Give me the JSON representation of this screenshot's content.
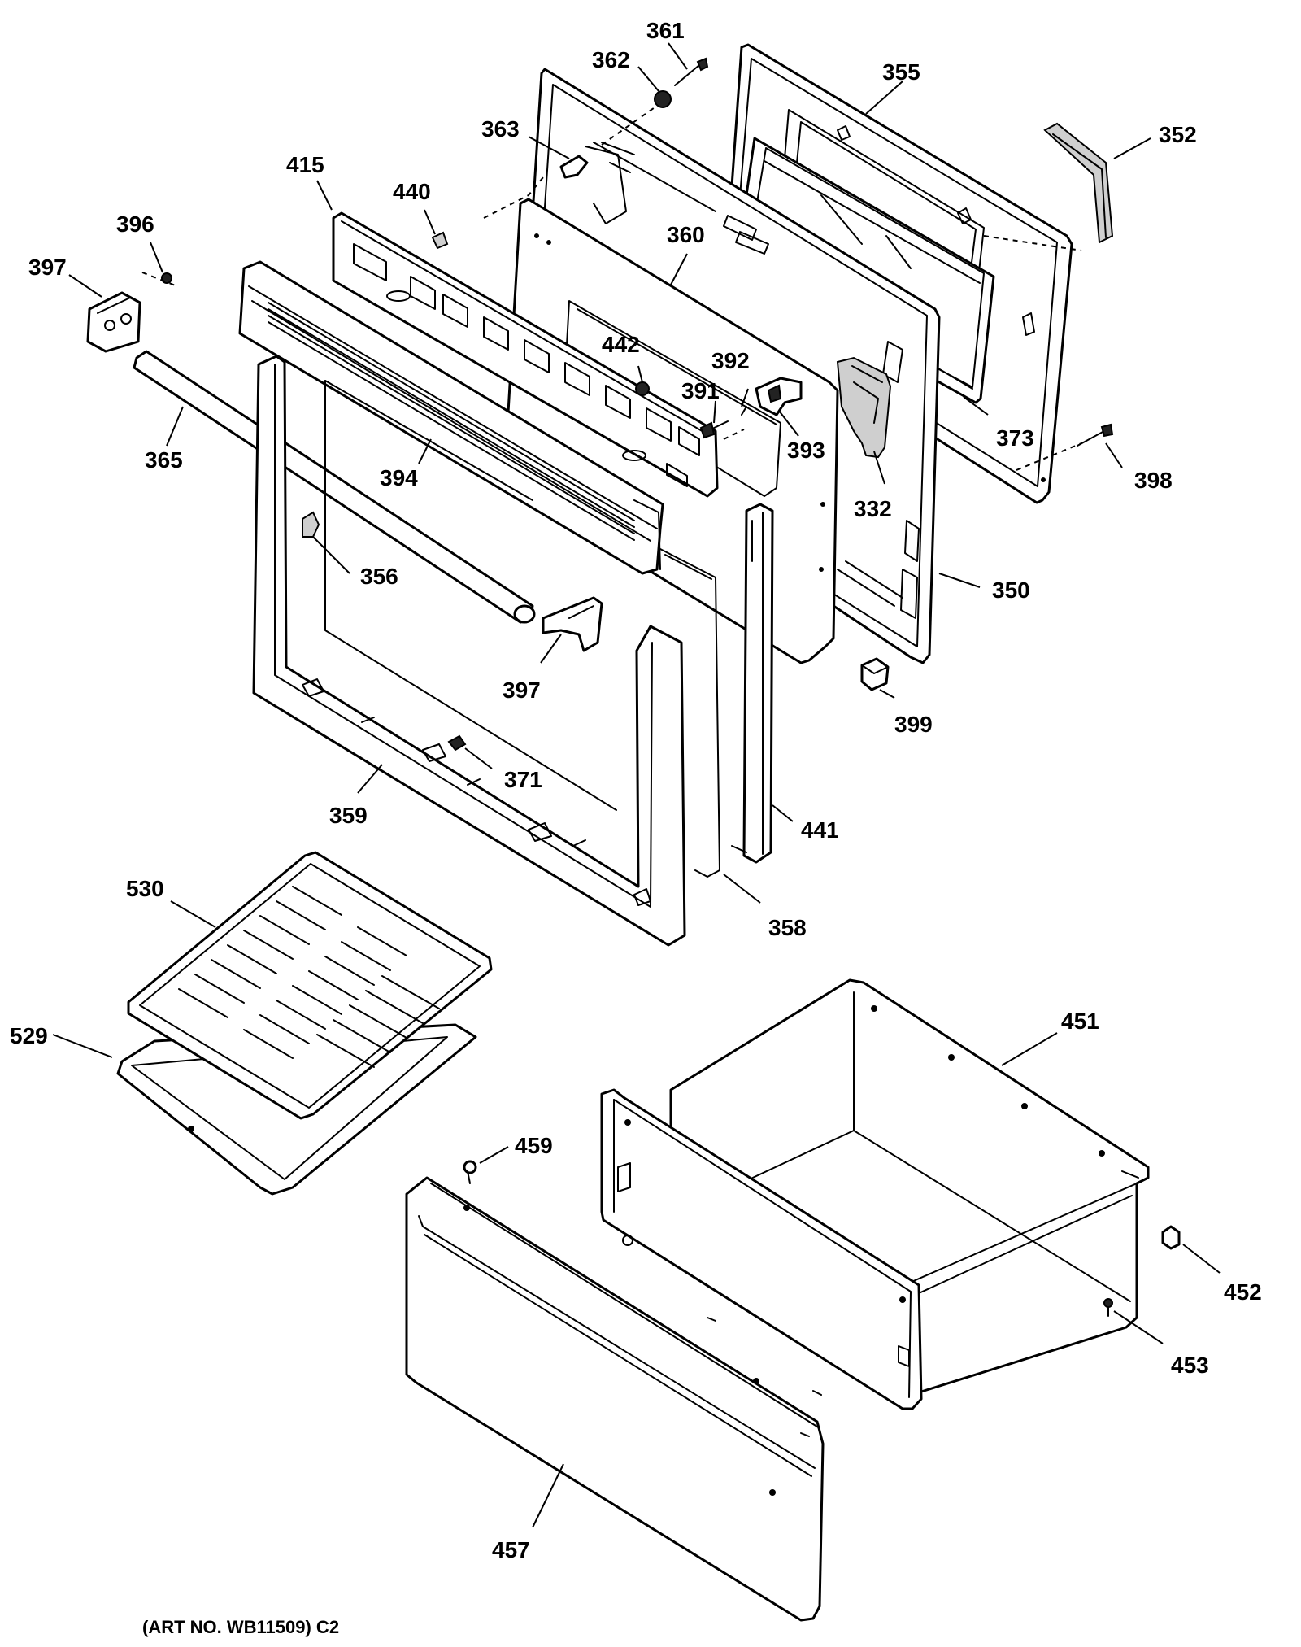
{
  "labels": [
    {
      "id": "361",
      "text": "361"
    },
    {
      "id": "362",
      "text": "362"
    },
    {
      "id": "355",
      "text": "355"
    },
    {
      "id": "352",
      "text": "352"
    },
    {
      "id": "363",
      "text": "363"
    },
    {
      "id": "415",
      "text": "415"
    },
    {
      "id": "440",
      "text": "440"
    },
    {
      "id": "396",
      "text": "396"
    },
    {
      "id": "397a",
      "text": "397"
    },
    {
      "id": "360",
      "text": "360"
    },
    {
      "id": "442",
      "text": "442"
    },
    {
      "id": "392",
      "text": "392"
    },
    {
      "id": "391",
      "text": "391"
    },
    {
      "id": "373",
      "text": "373"
    },
    {
      "id": "398",
      "text": "398"
    },
    {
      "id": "393",
      "text": "393"
    },
    {
      "id": "365",
      "text": "365"
    },
    {
      "id": "394",
      "text": "394"
    },
    {
      "id": "332",
      "text": "332"
    },
    {
      "id": "356",
      "text": "356"
    },
    {
      "id": "350",
      "text": "350"
    },
    {
      "id": "397b",
      "text": "397"
    },
    {
      "id": "399",
      "text": "399"
    },
    {
      "id": "371",
      "text": "371"
    },
    {
      "id": "359",
      "text": "359"
    },
    {
      "id": "441",
      "text": "441"
    },
    {
      "id": "530",
      "text": "530"
    },
    {
      "id": "358",
      "text": "358"
    },
    {
      "id": "451",
      "text": "451"
    },
    {
      "id": "529",
      "text": "529"
    },
    {
      "id": "459",
      "text": "459"
    },
    {
      "id": "452",
      "text": "452"
    },
    {
      "id": "453",
      "text": "453"
    },
    {
      "id": "457",
      "text": "457"
    }
  ],
  "art_number": "(ART NO. WB11509) C2"
}
